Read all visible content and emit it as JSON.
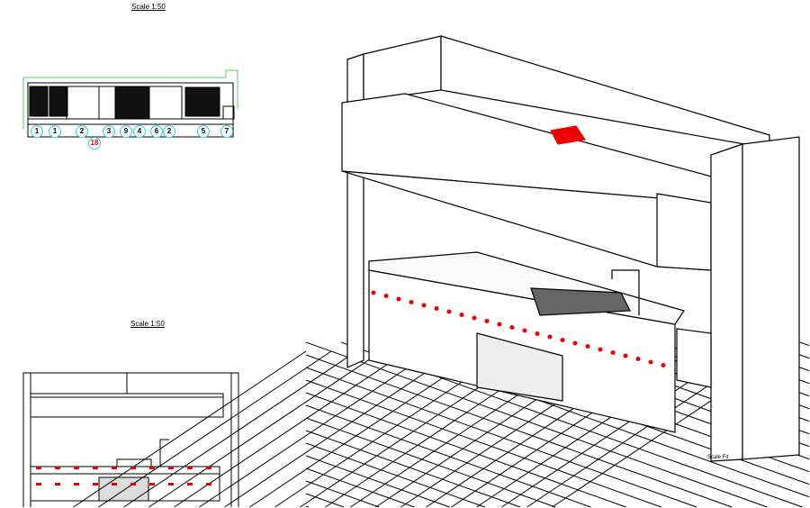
{
  "plan_view": {
    "scale_label": "Scale 1:50",
    "callouts": [
      "1",
      "1",
      "2",
      "3",
      "9",
      "4",
      "6",
      "2",
      "5",
      "7"
    ],
    "assembly_callout": "18"
  },
  "front_elevation": {
    "scale_label": "Scale 1:50"
  },
  "perspective_view": {
    "scale_label": "Scale Fit"
  },
  "colors": {
    "outline": "#000000",
    "accent": "#e00000",
    "callout_ring": "#29d3e0",
    "wall_outline": "#5ecf5e"
  }
}
